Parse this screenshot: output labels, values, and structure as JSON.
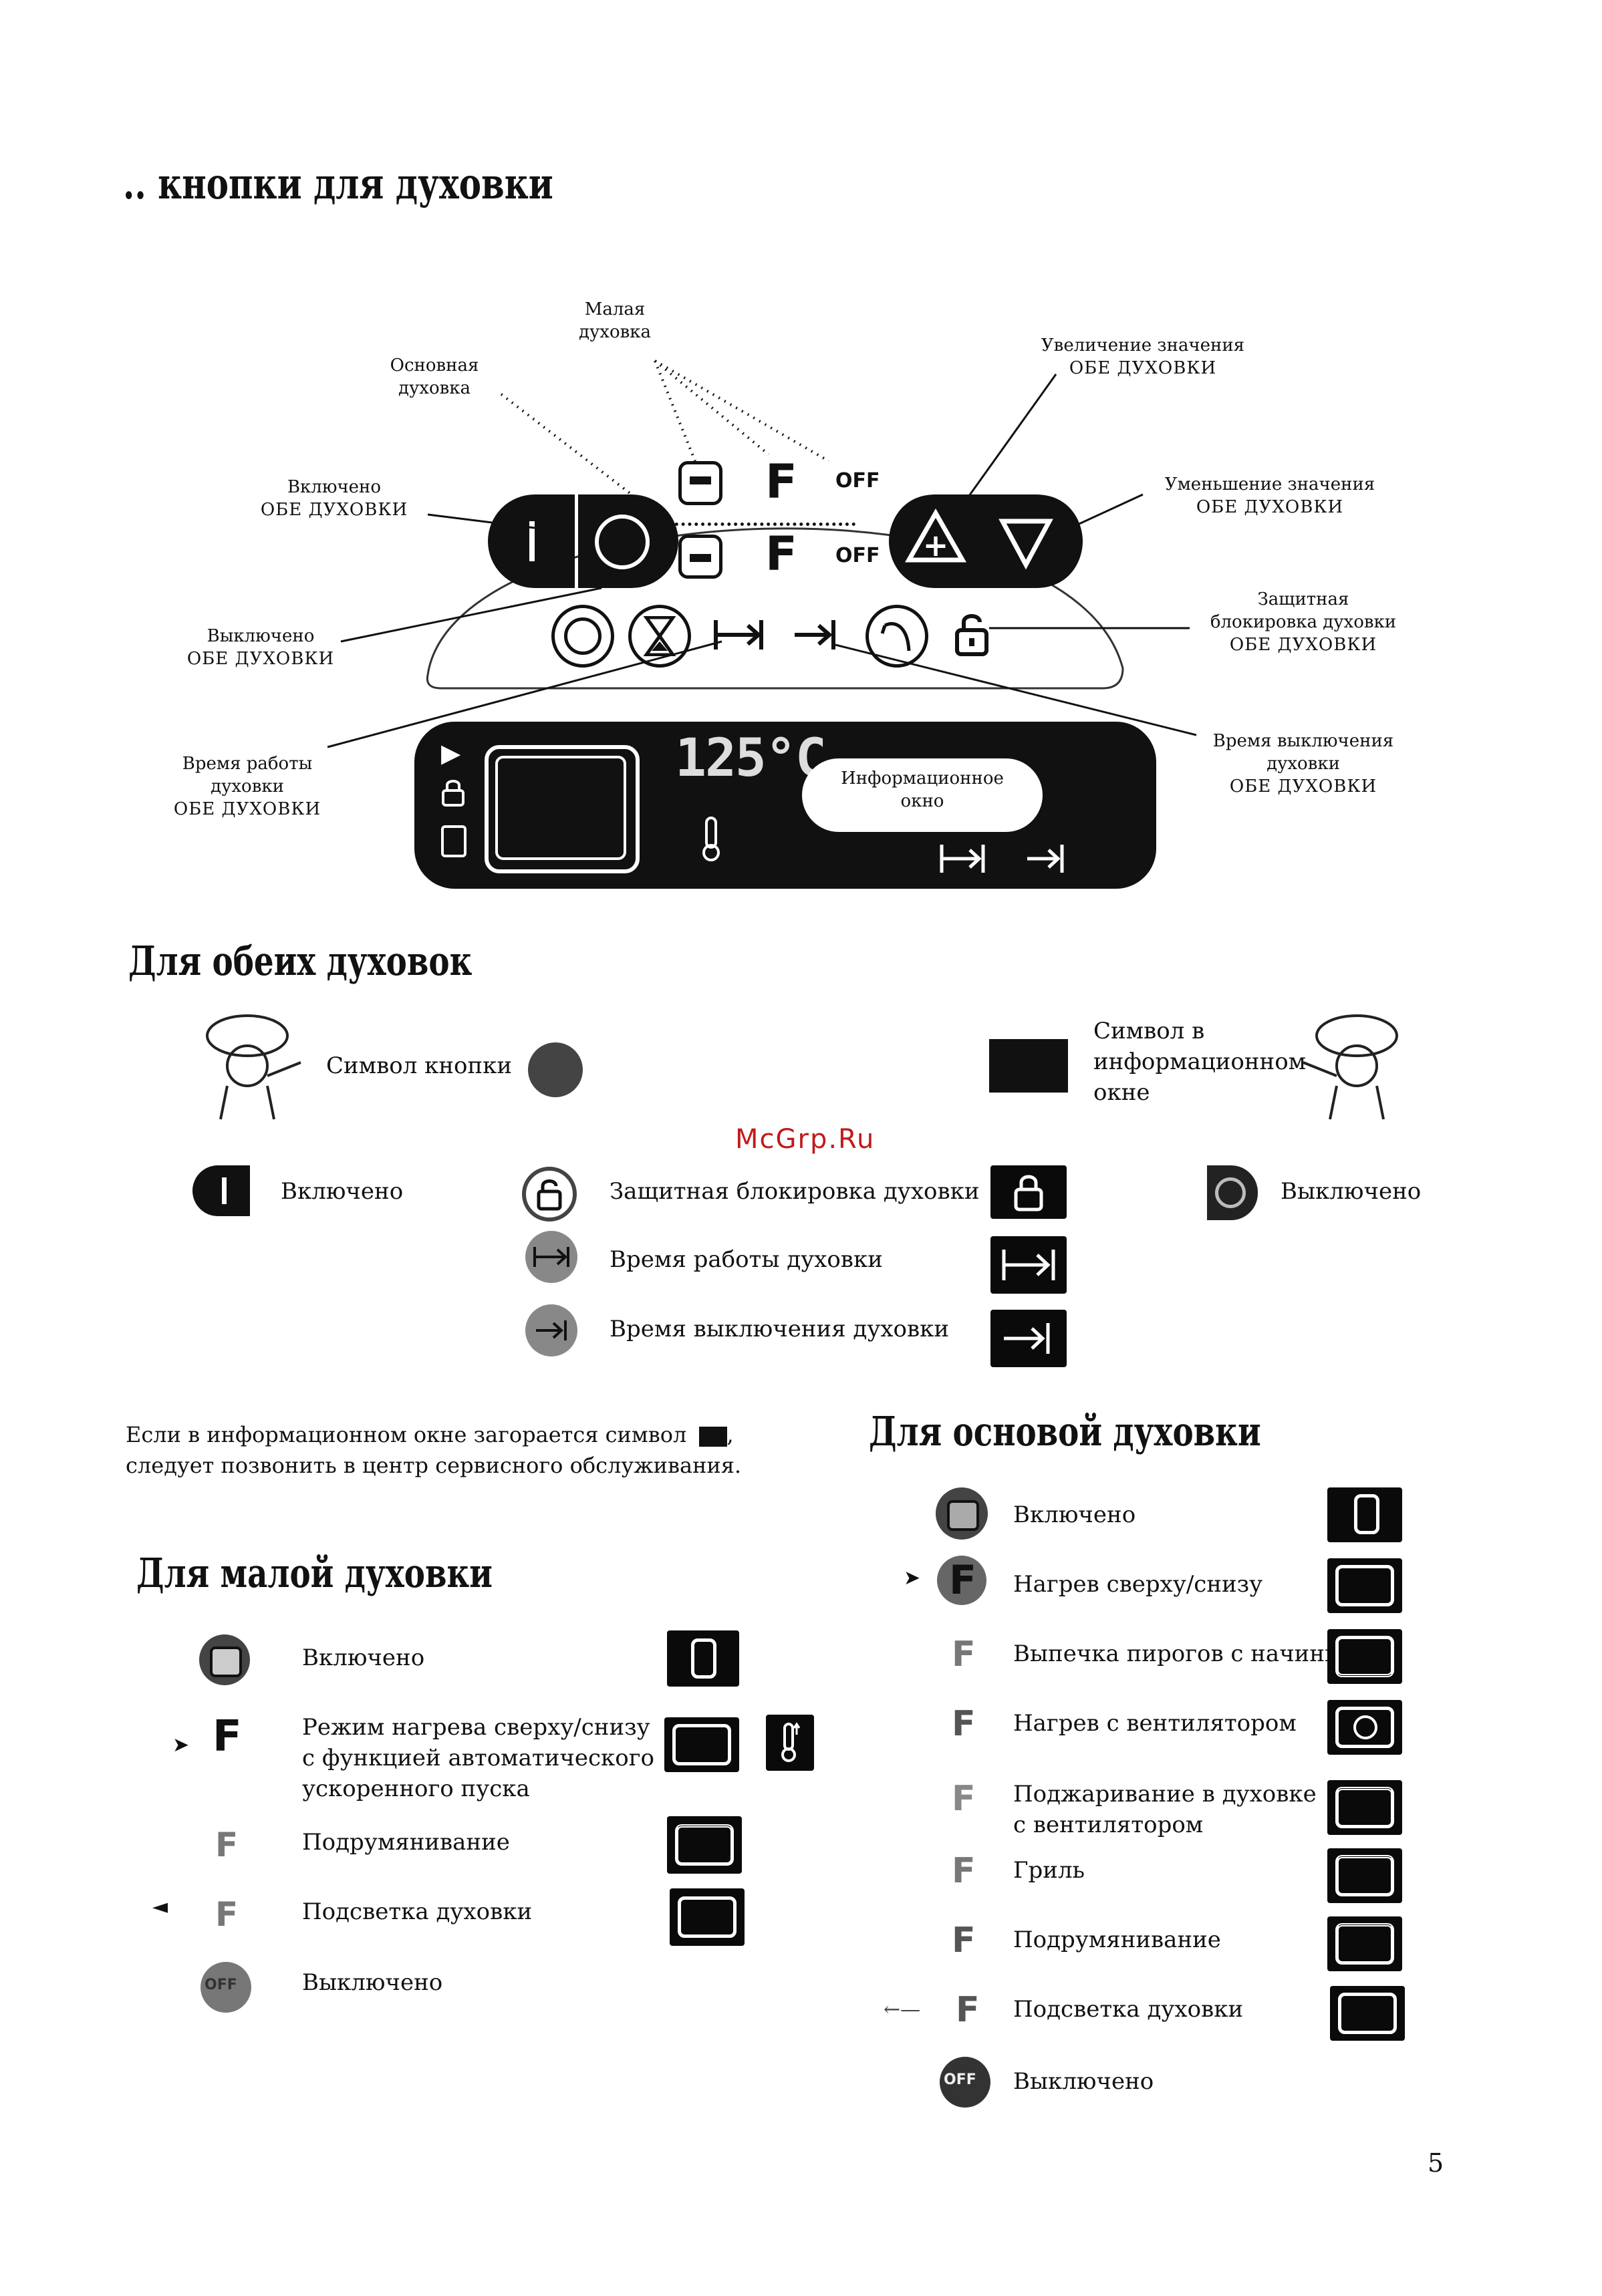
{
  "page_title": ".. кнопки для духовки",
  "watermark": "McGrp.Ru",
  "page_number": "5",
  "diagram": {
    "labels": {
      "small_oven": "Малая\nдуховка",
      "main_oven": "Основная\nдуховка",
      "increase": "Увеличение значения",
      "increase_sub": "ОБЕ ДУХОВКИ",
      "on_both": "Включено",
      "on_both_sub": "ОБЕ ДУХОВКИ",
      "decrease": "Уменьшение значения",
      "decrease_sub": "ОБЕ ДУХОВКИ",
      "off_both": "Выключено",
      "off_both_sub": "ОБЕ ДУХОВКИ",
      "lock": "Защитная\nблокировка духовки",
      "lock_sub": "ОБЕ ДУХОВКИ",
      "working_time": "Время работы\nдуховки",
      "working_time_sub": "ОБЕ ДУХОВКИ",
      "off_time": "Время выключения\nдуховки",
      "off_time_sub": "ОБЕ ДУХОВКИ",
      "info_window": "Информационное\nокно"
    },
    "panel": {
      "row1_f": "F",
      "row1_off": "OFF",
      "row2_f": "F",
      "row2_off": "OFF",
      "display_temp": "125°C",
      "display_unit_icon": "thermometer-icon"
    }
  },
  "both_ovens": {
    "heading": "Для обеих духовок",
    "button_symbol_label": "Символ кнопки",
    "info_symbol_label": "Символ в\nинформационном\nокне",
    "rows": [
      {
        "label": "Включено",
        "icon": "on-button-icon"
      },
      {
        "label": "Защитная блокировка духовки",
        "icon": "lock-icon"
      },
      {
        "label": "Время работы духовки",
        "icon": "working-time-icon"
      },
      {
        "label": "Время выключения духовки",
        "icon": "off-time-icon"
      },
      {
        "label": "Выключено",
        "icon": "off-button-icon"
      }
    ]
  },
  "service_note": {
    "line1": "Если в информационном окне загорается символ",
    "line1_end": ",",
    "line2": "следует позвонить в центр сервисного обслуживания."
  },
  "small_oven": {
    "heading": "Для малой духовки",
    "rows": [
      {
        "label": "Включено"
      },
      {
        "label": "Режим нагрева сверху/снизу\nс функцией автоматического\nускоренного пуска"
      },
      {
        "label": "Подрумянивание"
      },
      {
        "label": "Подсветка духовки"
      },
      {
        "label": "Выключено"
      }
    ],
    "off_glyph": "OFF"
  },
  "main_oven": {
    "heading": "Для основой духовки",
    "rows": [
      {
        "label": "Включено"
      },
      {
        "label": "Нагрев сверху/снизу"
      },
      {
        "label": "Выпечка пирогов с начинкой"
      },
      {
        "label": "Нагрев с вентилятором"
      },
      {
        "label": "Поджаривание в духовке\nс вентилятором"
      },
      {
        "label": "Гриль"
      },
      {
        "label": "Подрумянивание"
      },
      {
        "label": "Подсветка духовки"
      },
      {
        "label": "Выключено"
      }
    ],
    "f_glyph": "F",
    "off_glyph": "OFF"
  }
}
